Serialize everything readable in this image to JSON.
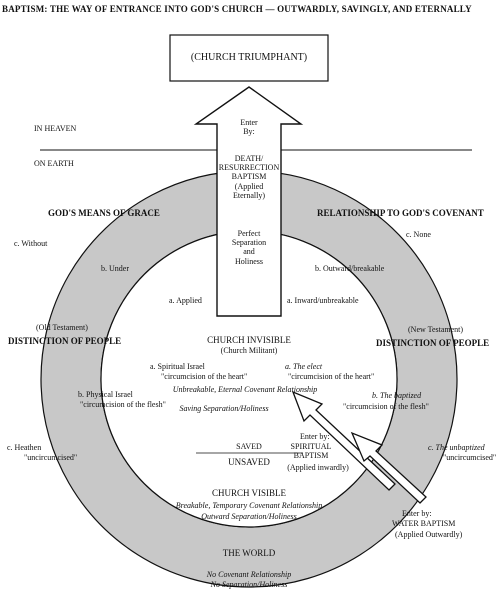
{
  "title": "BAPTISM: THE WAY OF ENTRANCE INTO GOD'S CHURCH — OUTWARDLY, SAVINGLY, AND ETERNALLY",
  "top_box": "(CHURCH TRIUMPHANT)",
  "in_heaven": "IN HEAVEN",
  "on_earth": "ON EARTH",
  "arrow": {
    "enter_by": "Enter\nBy:",
    "death": "DEATH/\nRESURRECTION\nBAPTISM\n(Applied\nEternally)",
    "perfect": "Perfect\nSeparation\nand\nHoliness"
  },
  "left": {
    "means_of_grace": "GOD'S MEANS OF GRACE",
    "c_without": "c. Without",
    "b_under": "b. Under",
    "a_applied": "a. Applied",
    "old_testament": "(Old Testament)",
    "distinction": "DISTINCTION OF PEOPLE",
    "b_physical": "b. Physical Israel",
    "b_flesh": "\"circumcision of the flesh\"",
    "c_heathen": "c. Heathen",
    "c_uncircumcised": "\"uncircumcised\""
  },
  "right": {
    "relationship": "RELATIONSHIP TO GOD'S COVENANT",
    "c_none": "c. None",
    "b_outward": "b. Outward/breakable",
    "a_inward": "a. Inward/unbreakable",
    "new_testament": "(New Testament)",
    "distinction": "DISTINCTION OF PEOPLE",
    "b_baptized": "b. The baptized",
    "b_flesh": "\"circumcision of the flesh\"",
    "c_unbaptized": "c. The unbaptized",
    "c_uncircumcised": "\"uncircumcised\""
  },
  "center": {
    "church_invisible": "CHURCH INVISIBLE",
    "church_militant": "(Church Militant)",
    "a_spiritual_israel": "a. Spiritual Israel",
    "heart_left": "\"circumcision of the heart\"",
    "a_elect": "a. The elect",
    "heart_right": "\"circumcision of the heart\"",
    "unbreakable": "Unbreakable, Eternal Covenant Relationship",
    "saving": "Saving Separation/Holiness"
  },
  "ring": {
    "saved": "SAVED",
    "unsaved": "UNSAVED",
    "enter_by": "Enter by:",
    "spiritual": "SPIRITUAL\nBAPTISM",
    "applied_inwardly": "(Applied inwardly)",
    "church_visible": "CHURCH VISIBLE",
    "breakable": "Breakable, Temporary Covenant Relationship",
    "outward": "Outward Separation/Holiness"
  },
  "water": {
    "enter_by": "Enter by:",
    "label": "WATER BAPTISM",
    "applied": "(Applied Outwardly)"
  },
  "world": {
    "title": "THE WORLD",
    "no_covenant": "No Covenant Relationship",
    "no_separation": "No Separation/Holiness"
  },
  "colors": {
    "ring": "#c8c8c8",
    "line": "#111111",
    "background": "#ffffff"
  }
}
